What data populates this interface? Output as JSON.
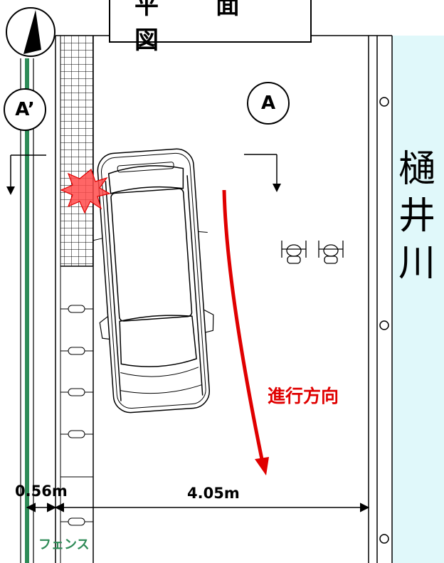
{
  "title": "平 面 図",
  "section_marks": {
    "a": "A",
    "a_prime": "A’"
  },
  "river_name": "樋井川",
  "direction_label": "進行方向",
  "dimensions": {
    "sidewalk_width": "0.56m",
    "road_width": "4.05m"
  },
  "fence_label": "フェンス",
  "colors": {
    "fence": "#2e8b57",
    "river": "#e0f8fa",
    "arrow": "#e00000",
    "impact": "#ff4b4b"
  }
}
